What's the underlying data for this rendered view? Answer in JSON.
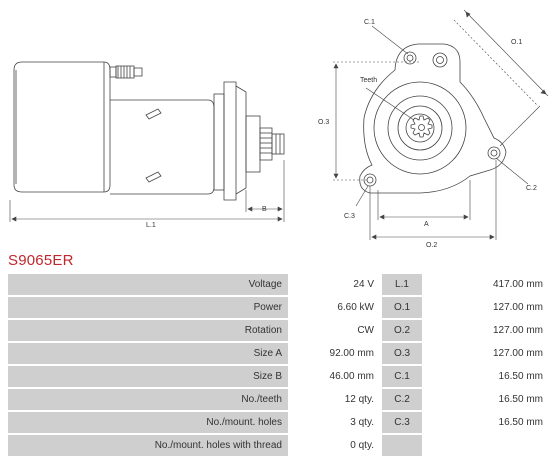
{
  "product_code": "S9065ER",
  "drawing_labels": {
    "L1": "L.1",
    "B": "B",
    "C1": "C.1",
    "O1": "O.1",
    "Teeth": "Teeth",
    "O3": "O.3",
    "C2": "C.2",
    "C3": "C.3",
    "A": "A",
    "O2": "O.2"
  },
  "specs": [
    {
      "label": "Voltage",
      "value": "24 V",
      "dim_label": "L.1",
      "dim_value": "417.00 mm"
    },
    {
      "label": "Power",
      "value": "6.60 kW",
      "dim_label": "O.1",
      "dim_value": "127.00 mm"
    },
    {
      "label": "Rotation",
      "value": "CW",
      "dim_label": "O.2",
      "dim_value": "127.00 mm"
    },
    {
      "label": "Size A",
      "value": "92.00 mm",
      "dim_label": "O.3",
      "dim_value": "127.00 mm"
    },
    {
      "label": "Size B",
      "value": "46.00 mm",
      "dim_label": "C.1",
      "dim_value": "16.50 mm"
    },
    {
      "label": "No./teeth",
      "value": "12 qty.",
      "dim_label": "C.2",
      "dim_value": "16.50 mm"
    },
    {
      "label": "No./mount. holes",
      "value": "3 qty.",
      "dim_label": "C.3",
      "dim_value": "16.50 mm"
    },
    {
      "label": "No./mount. holes with thread",
      "value": "0 qty.",
      "dim_label": "",
      "dim_value": ""
    }
  ]
}
